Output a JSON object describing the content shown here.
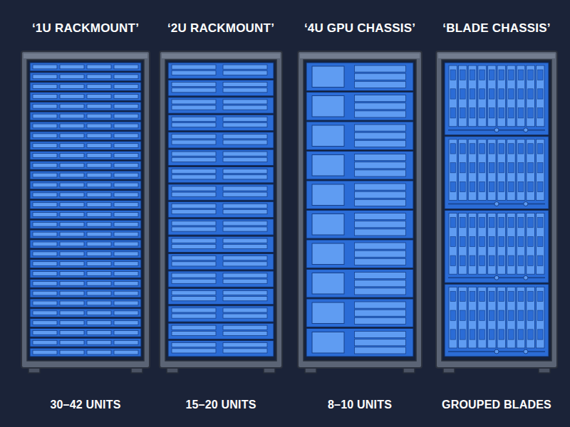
{
  "diagram": {
    "nodes": [
      {
        "text": [
          "‘1U RACKMOUNT’",
          "30–42 UNITS"
        ]
      },
      {
        "text": [
          "‘2U RACKMOUNT’",
          "15–20 UNITS"
        ]
      },
      {
        "text": [
          "‘4U GPU CHASSIS’",
          "8–10 UNITS"
        ]
      },
      {
        "text": [
          "‘BLADE CHASSIS’",
          "GROUPED BLADES"
        ]
      }
    ]
  }
}
